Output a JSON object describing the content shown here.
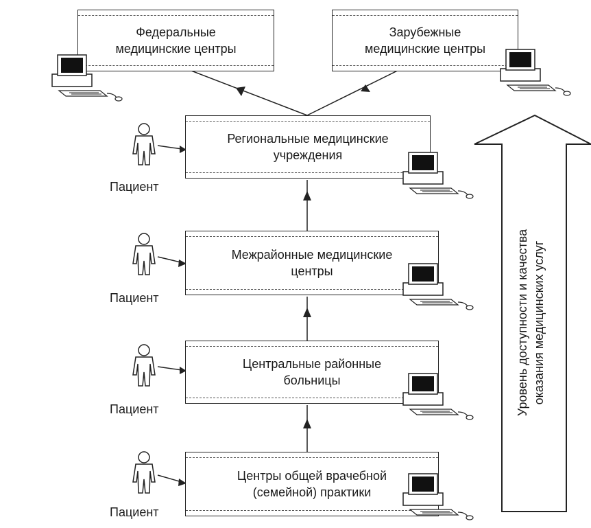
{
  "boxes": {
    "federal": "Федеральные\nмедицинские центры",
    "foreign": "Зарубежные\nмедицинские центры",
    "regional": "Региональные медицинские\nучреждения",
    "interdistrict": "Межрайонные медицинские\nцентры",
    "central_district": "Центральные районные\nбольницы",
    "general_practice": "Центры общей врачебной\n(семейной) практики"
  },
  "patient_label": "Пациент",
  "vertical_axis_label": "Уровень доступности и качества\nоказания медицинских услуг",
  "icons": [
    "computer-icon",
    "patient-icon",
    "up-arrow-icon"
  ]
}
